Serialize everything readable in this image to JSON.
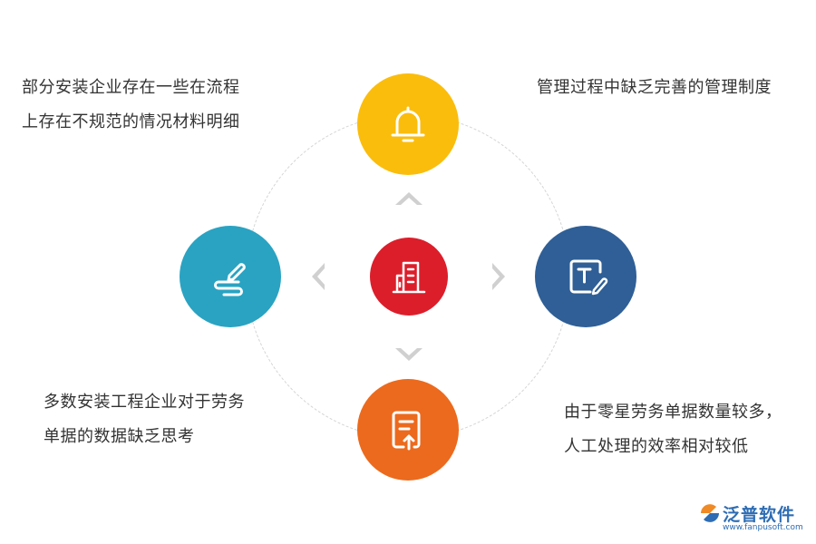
{
  "diagram": {
    "center_icon": "building-icon",
    "nodes": [
      {
        "position": "top",
        "icon": "bell-icon",
        "color": "#fbbd0c"
      },
      {
        "position": "left",
        "icon": "pen-signature-icon",
        "color": "#2aa3c2"
      },
      {
        "position": "right",
        "icon": "text-edit-icon",
        "color": "#2f5f96"
      },
      {
        "position": "bottom",
        "icon": "document-upload-icon",
        "color": "#ec6a1d"
      }
    ],
    "center_color": "#dc1e2b"
  },
  "texts": {
    "top_left": {
      "line1": "部分安装企业存在一些在流程",
      "line2": "上存在不规范的情况材料明细"
    },
    "top_right": {
      "line1": "管理过程中缺乏完善的管理制度"
    },
    "bottom_left": {
      "line1": "多数安装工程企业对于劳务",
      "line2": "单据的数据缺乏思考"
    },
    "bottom_right": {
      "line1": "由于零星劳务单据数量较多，",
      "line2": "人工处理的效率相对较低"
    }
  },
  "logo": {
    "brand": "泛普软件",
    "url": "www.fanpusoft.com"
  }
}
